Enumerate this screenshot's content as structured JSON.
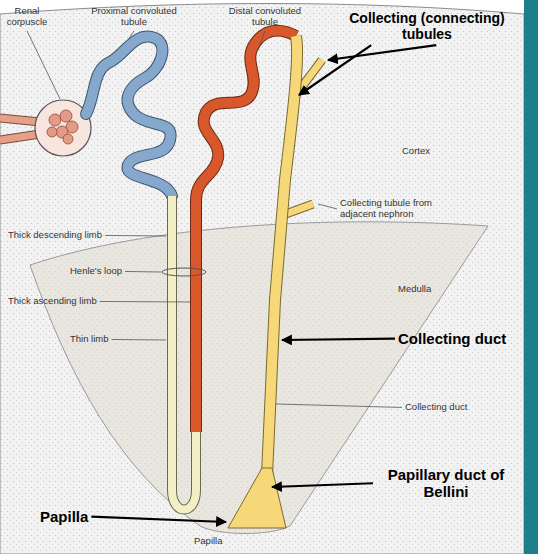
{
  "diagram": {
    "labels": [
      "Renal corpuscle",
      "Proximal convoluted tubule",
      "Distal convoluted tubule",
      "Collecting (connecting) tubules",
      "Cortex",
      "Collecting tubule from adjacent nephron",
      "Thick descending limb",
      "Henle's loop",
      "Thick ascending limb",
      "Thin limb",
      "Medulla",
      "Collecting duct",
      "Collecting duct",
      "Papillary duct of Bellini",
      "Papilla",
      "Papilla"
    ]
  }
}
